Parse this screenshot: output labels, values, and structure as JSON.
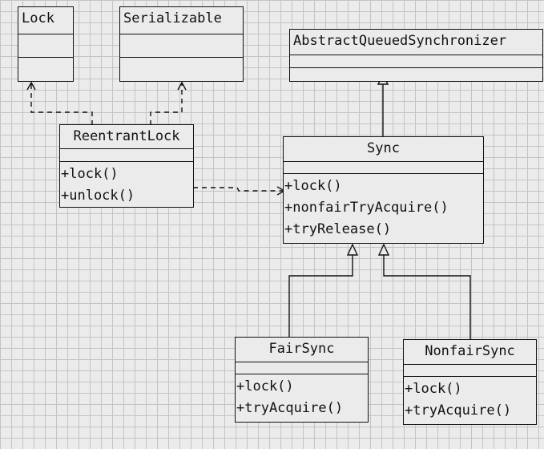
{
  "classes": {
    "lock": {
      "name": "Lock",
      "operations": []
    },
    "serializable": {
      "name": "Serializable",
      "operations": []
    },
    "aqs": {
      "name": "AbstractQueuedSynchronizer",
      "operations": []
    },
    "reentrant": {
      "name": "ReentrantLock",
      "operations": [
        "+lock()",
        "+unlock()"
      ]
    },
    "sync": {
      "name": "Sync",
      "operations": [
        "+lock()",
        "+nonfairTryAcquire()",
        "+tryRelease()"
      ]
    },
    "fair": {
      "name": "FairSync",
      "operations": [
        "+lock()",
        "+tryAcquire()"
      ]
    },
    "nonfair": {
      "name": "NonfairSync",
      "operations": [
        "+lock()",
        "+tryAcquire()"
      ]
    }
  },
  "relations": [
    {
      "from": "reentrant",
      "to": "lock",
      "type": "realization"
    },
    {
      "from": "reentrant",
      "to": "serializable",
      "type": "realization"
    },
    {
      "from": "reentrant",
      "to": "sync",
      "type": "dependency"
    },
    {
      "from": "sync",
      "to": "aqs",
      "type": "generalization"
    },
    {
      "from": "fair",
      "to": "sync",
      "type": "generalization"
    },
    {
      "from": "nonfair",
      "to": "sync",
      "type": "generalization"
    }
  ],
  "colors": {
    "line": "#111111",
    "background": "#ebebeb",
    "grid": "#c4c4c4"
  }
}
